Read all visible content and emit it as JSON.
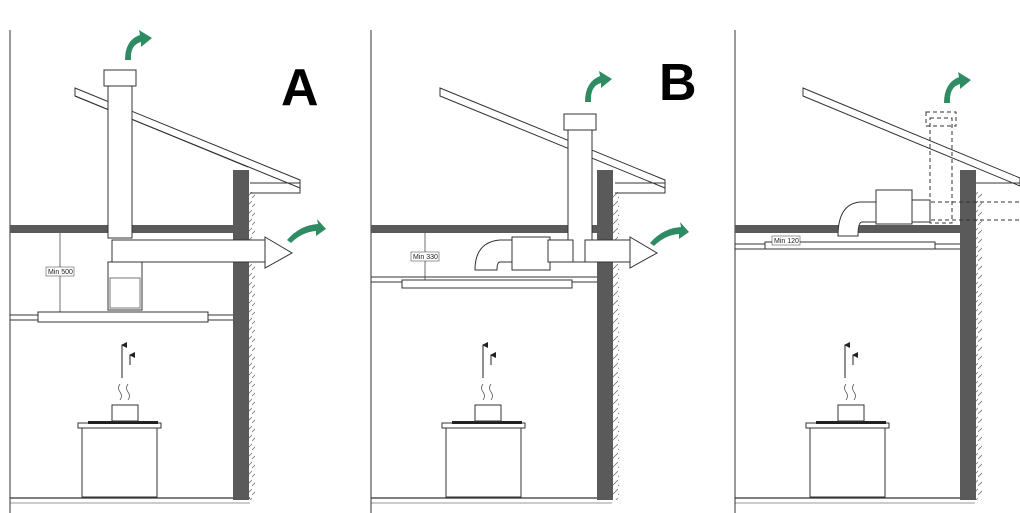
{
  "panels": [
    {
      "id": "A",
      "letter": "A",
      "dimension_label": "Min 500"
    },
    {
      "id": "B",
      "letter": "B",
      "dimension_label": "Min 330"
    },
    {
      "id": "C",
      "letter": "",
      "dimension_label": "Min 120"
    }
  ],
  "colors": {
    "arrow": "#2e8b64",
    "wall": "#5a5a5a",
    "line": "#333333"
  },
  "icons": [
    "airflow-arrow-icon",
    "steam-pot-icon",
    "rising-air-arrows-icon"
  ]
}
